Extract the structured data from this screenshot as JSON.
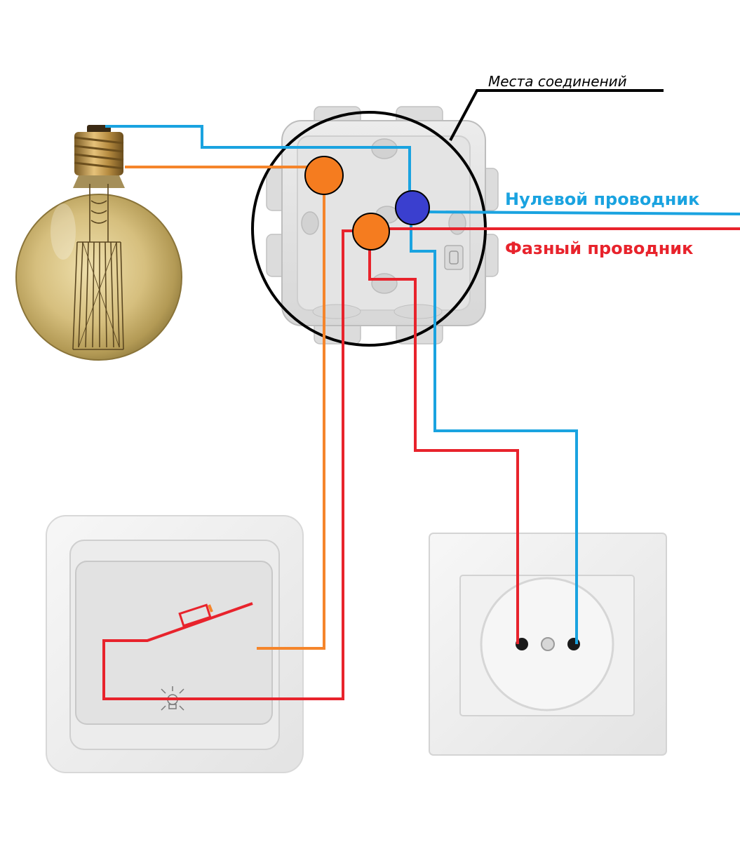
{
  "labels": {
    "junctions": "Места  соединений",
    "neutral": "Нулевой проводник",
    "phase": "Фазный проводник"
  },
  "colors": {
    "neutral_wire": "#1aa3e0",
    "phase_wire": "#e8232c",
    "switched_wire": "#f5852b",
    "junction_neutral": "#3a3fcf",
    "junction_phase": "#f57c1f",
    "pointer": "#000000"
  },
  "components": {
    "lamp": "edison-bulb",
    "junction_box": "junction-box",
    "switch": "wall-switch",
    "socket": "wall-socket"
  }
}
